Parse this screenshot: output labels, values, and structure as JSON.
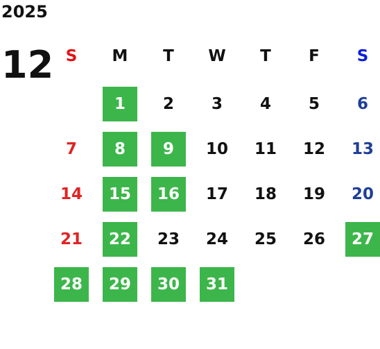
{
  "year": "2025",
  "month": "12",
  "colors": {
    "highlight_bg": "#3cb64a",
    "highlight_text": "#ffffff",
    "weekday_text": "#111111",
    "sunday_text": "#e02424",
    "saturday_text": "#1f3f96",
    "sunday_header": "#e31414",
    "saturday_header": "#0a1fd6"
  },
  "weekday_headers": [
    "S",
    "M",
    "T",
    "W",
    "T",
    "F",
    "S"
  ],
  "weeks": [
    [
      null,
      1,
      2,
      3,
      4,
      5,
      6
    ],
    [
      7,
      8,
      9,
      10,
      11,
      12,
      13
    ],
    [
      14,
      15,
      16,
      17,
      18,
      19,
      20
    ],
    [
      21,
      22,
      23,
      24,
      25,
      26,
      27
    ],
    [
      28,
      29,
      30,
      31,
      null,
      null,
      null
    ]
  ],
  "highlighted_days": [
    1,
    8,
    9,
    15,
    16,
    22,
    27,
    28,
    29,
    30,
    31
  ]
}
